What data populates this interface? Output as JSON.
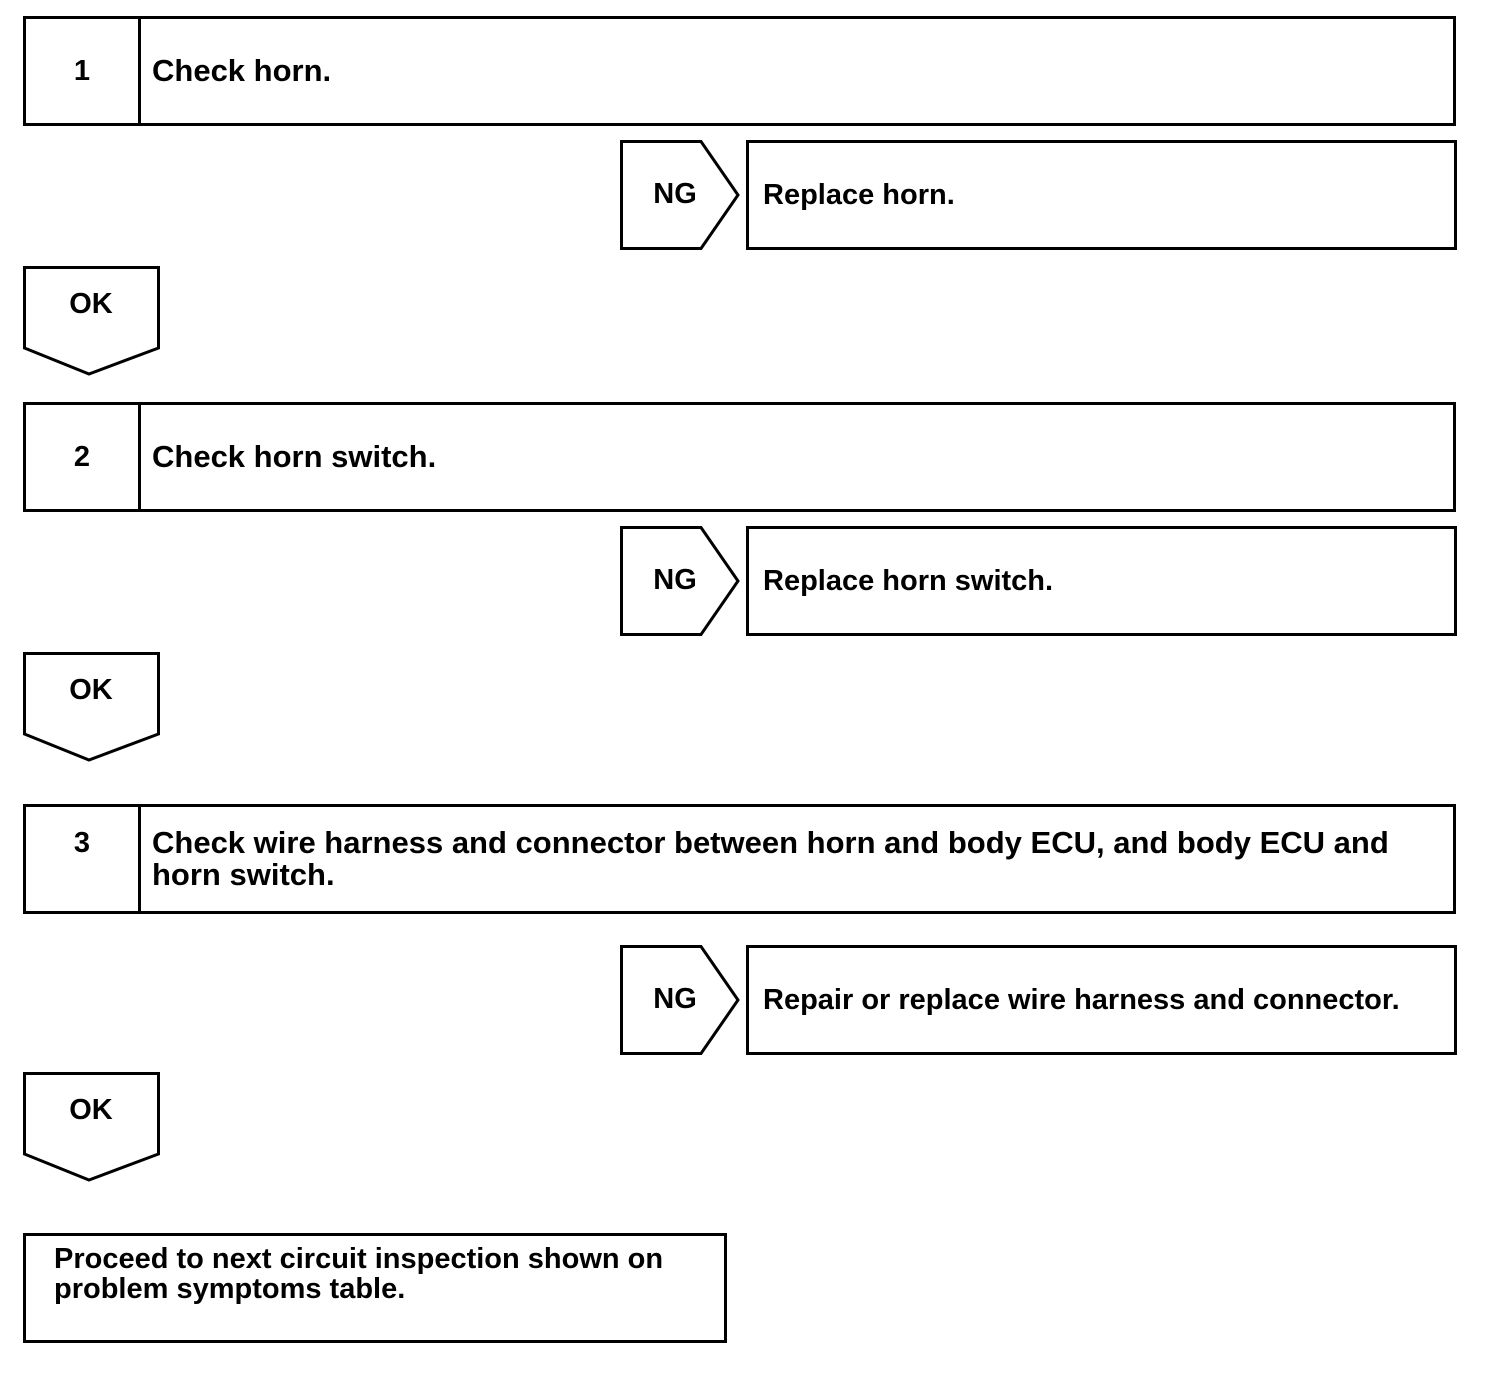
{
  "steps": [
    {
      "number": "1",
      "text": "Check horn.",
      "ng_label": "NG",
      "ng_result": "Replace horn.",
      "ok_label": "OK"
    },
    {
      "number": "2",
      "text": "Check horn switch.",
      "ng_label": "NG",
      "ng_result": "Replace horn switch.",
      "ok_label": "OK"
    },
    {
      "number": "3",
      "text": "Check wire harness and connector between horn and body ECU, and body ECU and horn switch.",
      "ng_label": "NG",
      "ng_result": "Repair or replace wire harness and connector.",
      "ok_label": "OK"
    }
  ],
  "final": {
    "text": "Proceed to next circuit inspection shown on problem symptoms table."
  }
}
